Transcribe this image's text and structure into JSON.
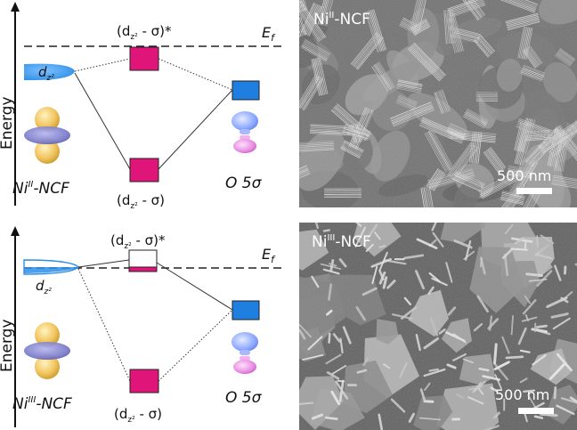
{
  "colors": {
    "orbital_blue": "#2f8ee6",
    "magenta": "#e0157a",
    "o5s_blue": "#1e7fe0",
    "lobe_yellow": "#f2c660",
    "lobe_purple": "#7878c8",
    "lobe_pink": "#e68ae0",
    "lobe_lightblue": "#8aa6ff",
    "scalebar": "#ffffff"
  },
  "top_panel": {
    "energy_label": "Energy",
    "fermi_label": "E",
    "fermi_sub": "f",
    "antibond_label_open": "(d",
    "antibond_label_sub": "z²",
    "antibond_label_close": " - σ)*",
    "d_label": "d",
    "d_label_sub": "z²",
    "species_label": "Ni",
    "species_ox": "II",
    "species_suffix": "-NCF",
    "bond_label_open": "(d",
    "bond_label_sub": "z²",
    "bond_label_close": " - σ)",
    "o_label": "O 5σ",
    "sem_label_main": "Ni",
    "sem_label_ox": "II",
    "sem_label_suffix": "-NCF",
    "scalebar_label": "500 nm"
  },
  "bottom_panel": {
    "energy_label": "Energy",
    "fermi_label": "E",
    "fermi_sub": "f",
    "antibond_label_open": "(d",
    "antibond_label_sub": "z²",
    "antibond_label_close": " - σ)*",
    "d_label": "d",
    "d_label_sub": "z²",
    "species_label": "Ni",
    "species_ox": "III",
    "species_suffix": "-NCF",
    "bond_label_open": "(d",
    "bond_label_sub": "z²",
    "bond_label_close": " - σ)",
    "o_label": "O 5σ",
    "sem_label_main": "Ni",
    "sem_label_ox": "III",
    "sem_label_suffix": "-NCF",
    "scalebar_label": "500 nm"
  }
}
